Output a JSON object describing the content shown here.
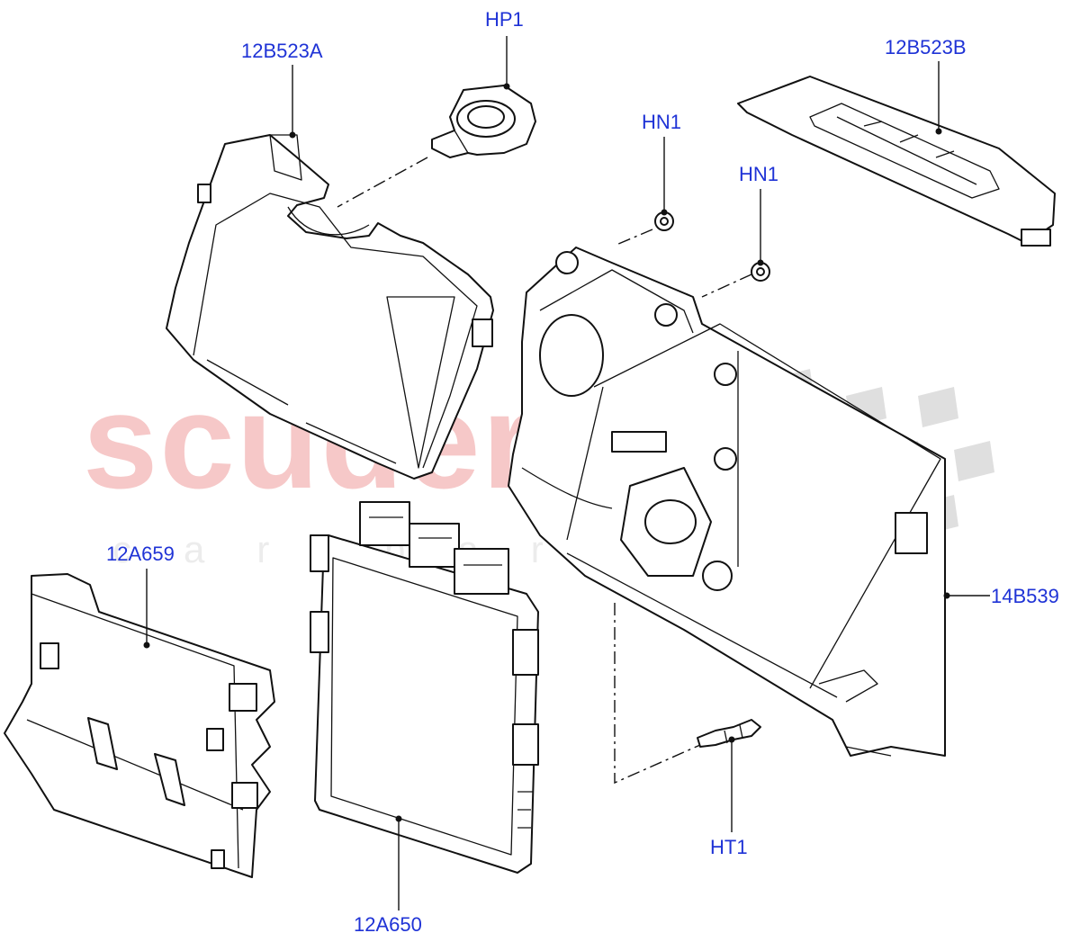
{
  "watermark": {
    "brand": "scuderia",
    "sub": "car parts"
  },
  "callouts": {
    "hp1": "HP1",
    "b523a": "12B523A",
    "b523b": "12B523B",
    "hn1_top": "HN1",
    "hn1_right": "HN1",
    "a659": "12A659",
    "b539": "14B539",
    "ht1": "HT1",
    "a650": "12A650"
  },
  "colors": {
    "callout_text": "#1f33d6",
    "linework": "#111111",
    "watermark": "#f6c8c8"
  }
}
